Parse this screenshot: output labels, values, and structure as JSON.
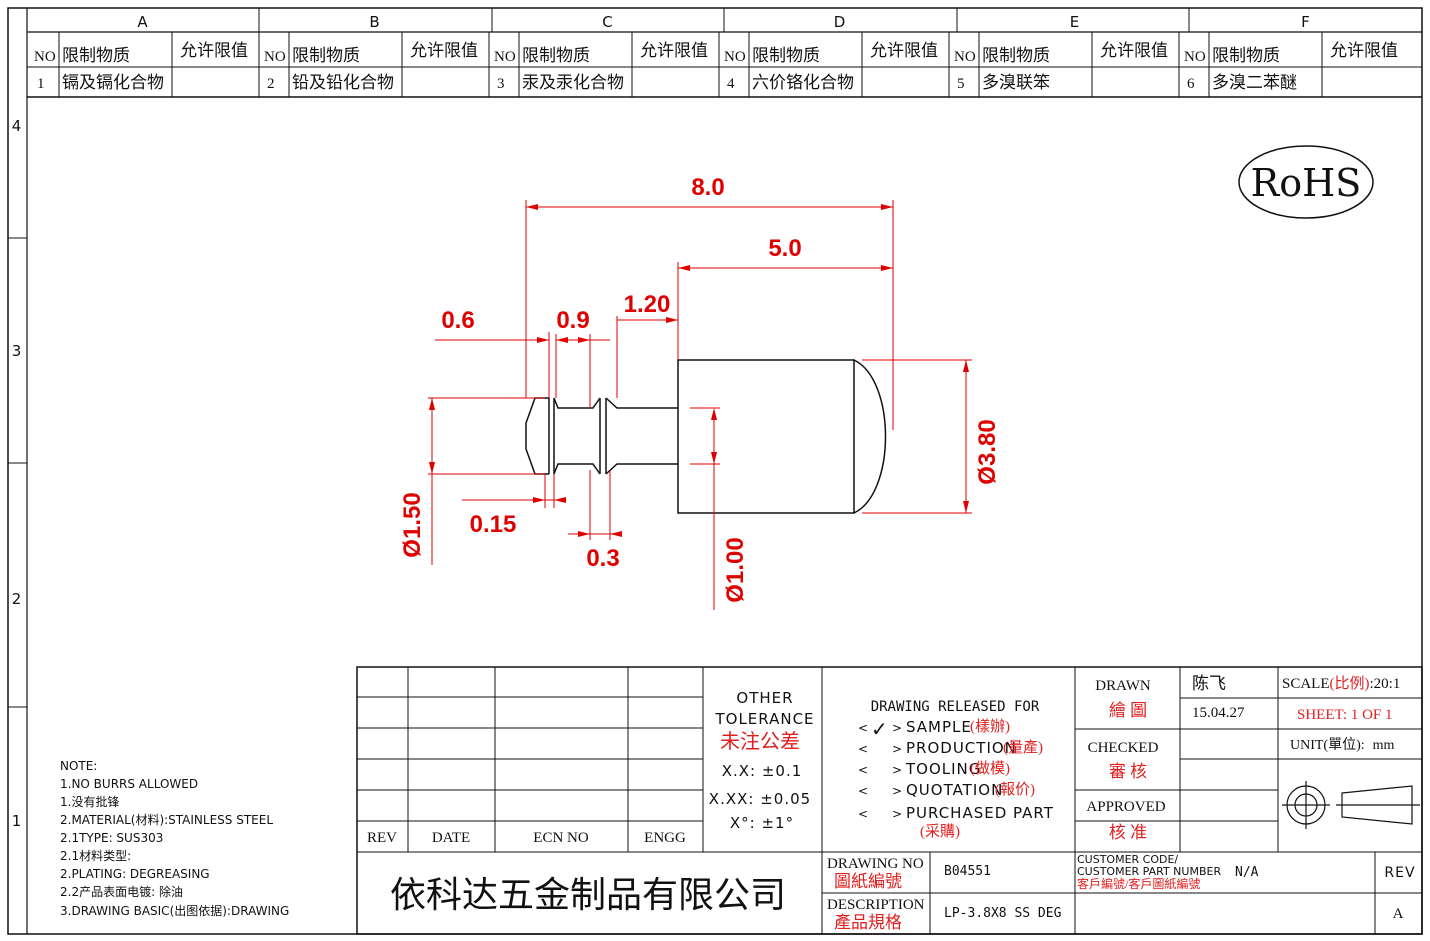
{
  "zone_columns": [
    "A",
    "B",
    "C",
    "D",
    "E",
    "F"
  ],
  "zone_rows": [
    "4",
    "3",
    "2",
    "1"
  ],
  "restricted_substances": {
    "header_no": "NO",
    "header_substance": "限制物质",
    "header_limit": "允许限值",
    "items": [
      {
        "no": "1",
        "name": "镉及镉化合物",
        "limit": ""
      },
      {
        "no": "2",
        "name": "铅及铅化合物",
        "limit": ""
      },
      {
        "no": "3",
        "name": "汞及汞化合物",
        "limit": ""
      },
      {
        "no": "4",
        "name": "六价铬化合物",
        "limit": ""
      },
      {
        "no": "5",
        "name": "多溴联笨",
        "limit": ""
      },
      {
        "no": "6",
        "name": "多溴二苯醚",
        "limit": ""
      }
    ]
  },
  "rohs_label": "RoHS",
  "dimensions": {
    "overall_length": "8.0",
    "body_length": "5.0",
    "neck_length": "1.20",
    "head_length": "0.6",
    "groove_length": "0.9",
    "groove_flat": "0.15",
    "groove_width": "0.3",
    "head_diameter": "Ø1.50",
    "shaft_diameter": "Ø1.00",
    "body_diameter": "Ø3.80"
  },
  "notes": {
    "title": "NOTE:",
    "lines": [
      "1.NO BURRS ALLOWED",
      "1.没有批锋",
      "2.MATERIAL(材料):STAINLESS STEEL",
      "2.1TYPE: SUS303",
      "2.1材料类型:",
      "2.PLATING: DEGREASING",
      "2.2产品表面电镀: 除油",
      "3.DRAWING BASIC(出图依据):DRAWING"
    ]
  },
  "revision_table": {
    "rev": "REV",
    "date": "DATE",
    "ecn": "ECN NO",
    "engg": "ENGG"
  },
  "tolerance": {
    "title_line1": "OTHER",
    "title_line2": "TOLERANCE",
    "title_cn": "未注公差",
    "x_x": "X.X: ±0.1",
    "x_xx": "X.XX: ±0.05",
    "angle": "X°: ±1°"
  },
  "release": {
    "title": "DRAWING RELEASED FOR",
    "check_mark": "✓",
    "options": [
      {
        "en": "SAMPLE",
        "cn": "(樣辦)",
        "checked": true
      },
      {
        "en": "PRODUCTION",
        "cn": "(量產)",
        "checked": false
      },
      {
        "en": "TOOLING",
        "cn": "(做模)",
        "checked": false
      },
      {
        "en": "QUOTATION",
        "cn": "(報价)",
        "checked": false
      },
      {
        "en": "PURCHASED PART",
        "cn": "(采購)",
        "checked": false
      }
    ]
  },
  "approval": {
    "drawn_en": "DRAWN",
    "drawn_cn": "繪 圖",
    "drawn_name": "陈飞",
    "drawn_date": "15.04.27",
    "checked_en": "CHECKED",
    "checked_cn": "審 核",
    "approved_en": "APPROVED",
    "approved_cn": "核 准"
  },
  "scale": {
    "label_en": "SCALE",
    "label_cn": "(比例)",
    "value": ":20:1"
  },
  "sheet": "SHEET:  1 OF 1",
  "unit": {
    "label": "UNIT(單位):",
    "value": "mm"
  },
  "company": "依科达五金制品有限公司",
  "drawing_no": {
    "label_en": "DRAWING NO",
    "label_cn": "圖紙編號",
    "value": "B04551"
  },
  "customer": {
    "label_en1": "CUSTOMER CODE/",
    "label_en2": "CUSTOMER PART NUMBER",
    "label_cn": "客戶編號/客戶圖紙編號",
    "value": "N/A"
  },
  "description": {
    "label_en": "DESCRIPTION",
    "label_cn": "產品規格",
    "value": "LP-3.8X8 SS DEG"
  },
  "rev_block": {
    "label": "REV",
    "value": "A"
  },
  "colors": {
    "dimension": "#e00000",
    "line": "#111111"
  }
}
